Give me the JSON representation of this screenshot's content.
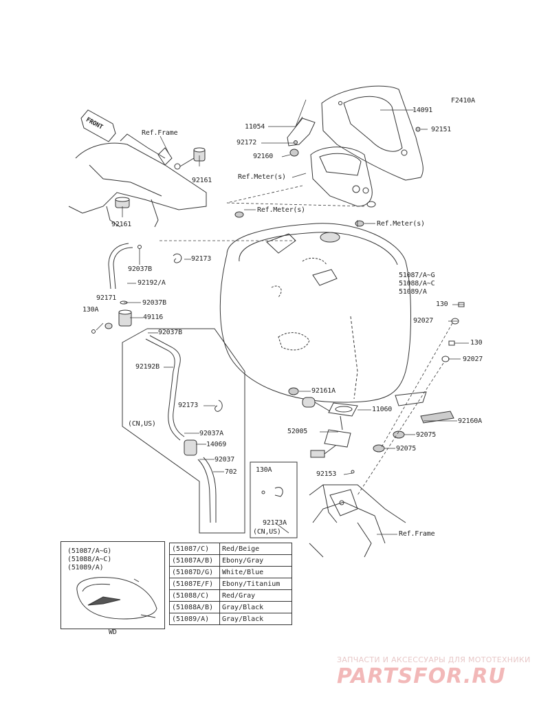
{
  "figure_code": "F2410A",
  "front_label": "FRONT",
  "labels": {
    "ref_frame_top": "Ref.Frame",
    "p92161_a": "92161",
    "p92161_b": "92161",
    "p14091": "14091",
    "p11054": "11054",
    "p92172": "92172",
    "p92151": "92151",
    "p92160": "92160",
    "ref_meter_1": "Ref.Meter(s)",
    "ref_meter_2": "Ref.Meter(s)",
    "ref_meter_3": "Ref.Meter(s)",
    "p92037b_1": "92037B",
    "p92173_1": "92173",
    "p92192a": "92192/A",
    "p92171": "92171",
    "p92037b_2": "92037B",
    "p130a_1": "130A",
    "p49116": "49116",
    "p92037b_3": "92037B",
    "tank_1": "51087/A~G",
    "tank_2": "51088/A~C",
    "tank_3": "51089/A",
    "p130_1": "130",
    "p92027_1": "92027",
    "p130_2": "130",
    "p92027_2": "92027",
    "p92192b": "92192B",
    "p92173_2": "92173",
    "cn_us_1": "(CN,US)",
    "p92037a": "92037A",
    "p14069": "14069",
    "p92037": "92037",
    "p702": "702",
    "p92161a": "92161A",
    "p11060": "11060",
    "p52005": "52005",
    "p92160a": "92160A",
    "p92075_1": "92075",
    "p92075_2": "92075",
    "p92153": "92153",
    "p130a_2": "130A",
    "p92173a": "92173A",
    "cn_us_2": "(CN,US)",
    "ref_frame_bottom": "Ref.Frame",
    "wd_1": "(51087/A~G)",
    "wd_2": "(51088/A~C)",
    "wd_3": "(51089/A)",
    "wd": "WD"
  },
  "color_table": [
    {
      "code": "(51087/C)",
      "color": "Red/Beige"
    },
    {
      "code": "(51087A/B)",
      "color": "Ebony/Gray"
    },
    {
      "code": "(51087D/G)",
      "color": "White/Blue"
    },
    {
      "code": "(51087E/F)",
      "color": "Ebony/Titanium"
    },
    {
      "code": "(51088/C)",
      "color": "Red/Gray"
    },
    {
      "code": "(51088A/B)",
      "color": "Gray/Black"
    },
    {
      "code": "(51089/A)",
      "color": "Gray/Black"
    }
  ],
  "watermark": {
    "tagline": "ЗАПЧАСТИ И АКСЕССУАРЫ ДЛЯ МОТОТЕХНИКИ",
    "logo": "PARTSFOR.RU"
  }
}
